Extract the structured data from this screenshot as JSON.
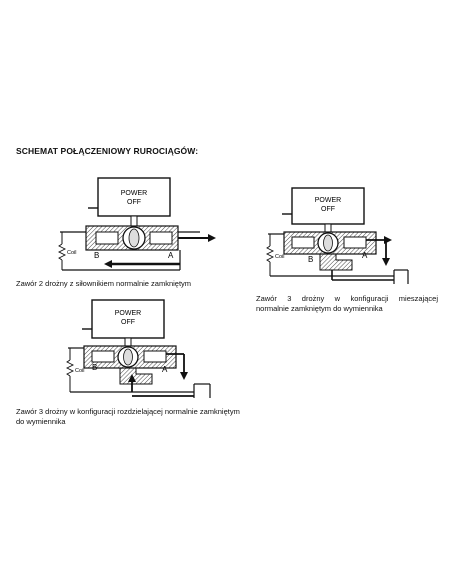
{
  "heading": "SCHEMAT POŁĄCZENIOWY RUROCIĄGÓW:",
  "diagrams": [
    {
      "actuator_label_line1": "POWER",
      "actuator_label_line2": "OFF",
      "port_b": "B",
      "port_a": "A",
      "coil": "Coil",
      "caption": "Zawór 2 drożny z siłownikiem normalnie zamkniętym"
    },
    {
      "actuator_label_line1": "POWER",
      "actuator_label_line2": "OFF",
      "port_b": "B",
      "port_a": "A",
      "coil": "Coil",
      "caption_line1": "Zawór 3 drożny w konfiguracji mieszającej",
      "caption_line2": "normalnie zamkniętym do wymiennika"
    },
    {
      "actuator_label_line1": "POWER",
      "actuator_label_line2": "OFF",
      "port_b": "B",
      "port_a": "A",
      "coil": "Coil",
      "caption_line1": "Zawór 3 drożny w konfiguracji rozdzielającej normalnie zamkniętym",
      "caption_line2": "do wymiennika"
    }
  ],
  "colors": {
    "ink": "#111111",
    "paper": "#ffffff",
    "hatch": "#444444"
  }
}
